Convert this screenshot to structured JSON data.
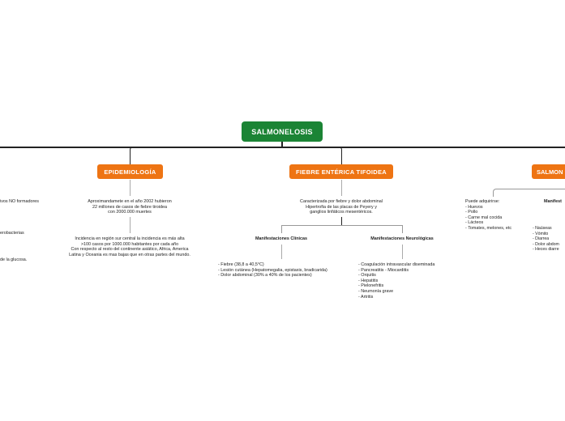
{
  "root": {
    "label": "SALMONELOSIS"
  },
  "left_partial": {
    "lines": [
      "ivos NO formadores",
      "erobacterias",
      "de la glucosa."
    ]
  },
  "epidemiologia": {
    "label": "EPIDEMIOLOGÍA",
    "text1": "Aproximandamete en el año 2002 hubieron\n22 millones de casos de fiebre tiroidea\ncon 2000.000 muertes",
    "text2": "Incidencia en región sur central la incidencia es más alta\n>100 casos por 1000.000 habitantes por cada año\nCon respecto al resto del continente asiático, Africa, America\nLatina y Oceania es mas bajas que en otras partes del mundo."
  },
  "fiebre": {
    "label": "FIEBRE ENTÉRICA TIFOIDEA",
    "text": "Caracterizada por fiebre y dolor abdominal\nHipertrofia de las placas de Peyery y\nganglios linfáticos mesentéricos.",
    "clinicas": {
      "title": "Manifestaciones Clínicas",
      "items": "- Fiebre (38,8 a 40,5°C)\n- Lesión cutánea (Hepatomegalia, epistaxis, bradicarida)\n- Dolor abdominal (30% a 40% de los pacientes)"
    },
    "neurologicas": {
      "title": "Manifestaciones Neurológicas",
      "items": "- Coagulación intravascular diseminada\n- Pancreatitis - Miocarditis\n- Orquitis\n- Hepatitis\n- Pielonefritis\n- Neumonía grave\n- Artritis"
    }
  },
  "right": {
    "label": "SALMON",
    "adquirir": "Puede adquirirse:\n- Huevos\n- Pollo\n- Carne mal cocida\n- Lácteos\n- Tomates, melones, etc",
    "manif_title": "Manifest",
    "manif_items": "- Naúseas\n- Vómito\n- Diarrea\n- Dolor abdom\n- Heces diarre"
  },
  "colors": {
    "root": "#1b8435",
    "topic": "#ee7413"
  }
}
